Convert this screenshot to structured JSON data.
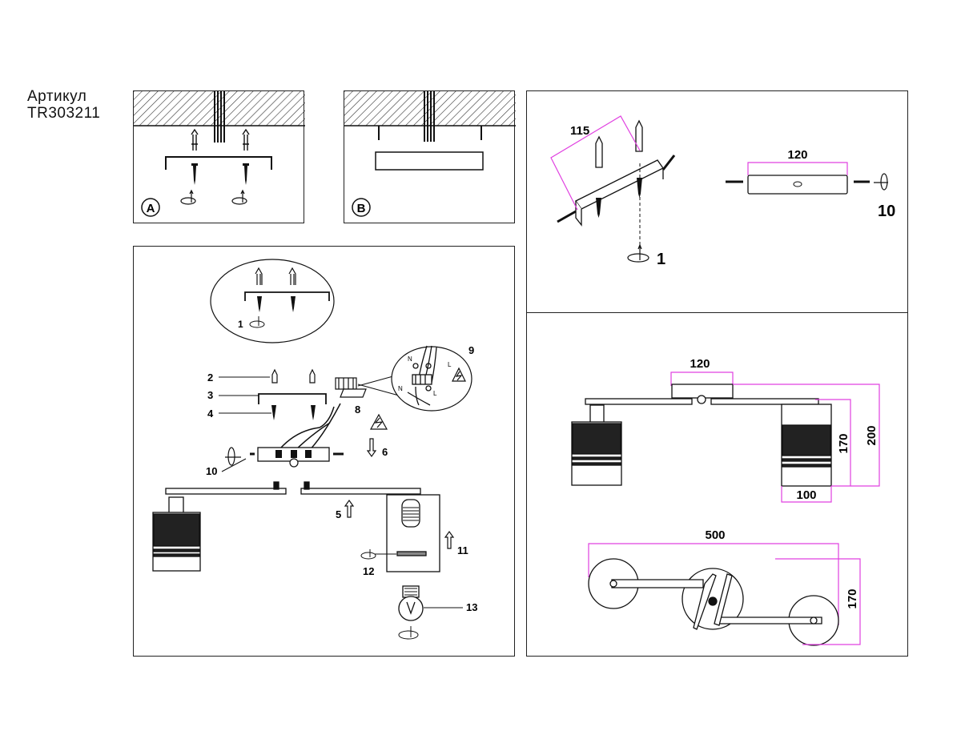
{
  "article": {
    "label": "Артикул",
    "code": "TR303211"
  },
  "panels": {
    "a": {
      "badge": "A"
    },
    "b": {
      "badge": "B"
    },
    "bracket": {
      "dim_mounting_holes": "115",
      "dim_plate_width": "120",
      "step_mount": "1",
      "step_fix": "10"
    },
    "assembly": {
      "step_1": "1",
      "step_2": "2",
      "step_3": "3",
      "step_4": "4",
      "step_5": "5",
      "step_6": "6",
      "step_8": "8",
      "step_9": "9",
      "step_10": "10",
      "step_11": "11",
      "step_12": "12",
      "step_13": "13",
      "terminal_n": "N",
      "terminal_l": "L",
      "terminal_n2": "N",
      "terminal_l2": "L"
    },
    "dimensions": {
      "canopy_width": "120",
      "shade_height": "170",
      "total_height": "200",
      "shade_width": "100",
      "top_length": "500",
      "top_depth": "170"
    }
  },
  "colors": {
    "line": "#111111",
    "dimension": "#e040e0",
    "panel_border": "#222222"
  }
}
